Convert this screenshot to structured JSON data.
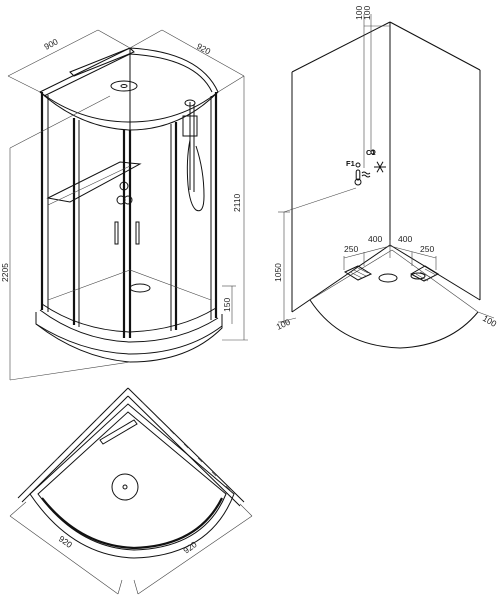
{
  "views": {
    "front": {
      "width": "900",
      "depth": "920",
      "height_total": "2110",
      "height_panel": "2205",
      "tray_height": "150"
    },
    "installation": {
      "pipe_offset_a": "100",
      "pipe_offset_b": "100",
      "label_cold": "C1",
      "label_hot": "F1",
      "outlet_height": "1050",
      "spacing_left_250": "250",
      "spacing_left_400": "400",
      "spacing_right_400": "400",
      "spacing_right_250": "250",
      "wall_offset_left": "100",
      "wall_offset_right": "100"
    },
    "plan": {
      "side_left": "920",
      "side_right": "920"
    }
  },
  "icons": {
    "snowflake": "snowflake-icon",
    "thermometer": "thermometer-icon"
  }
}
